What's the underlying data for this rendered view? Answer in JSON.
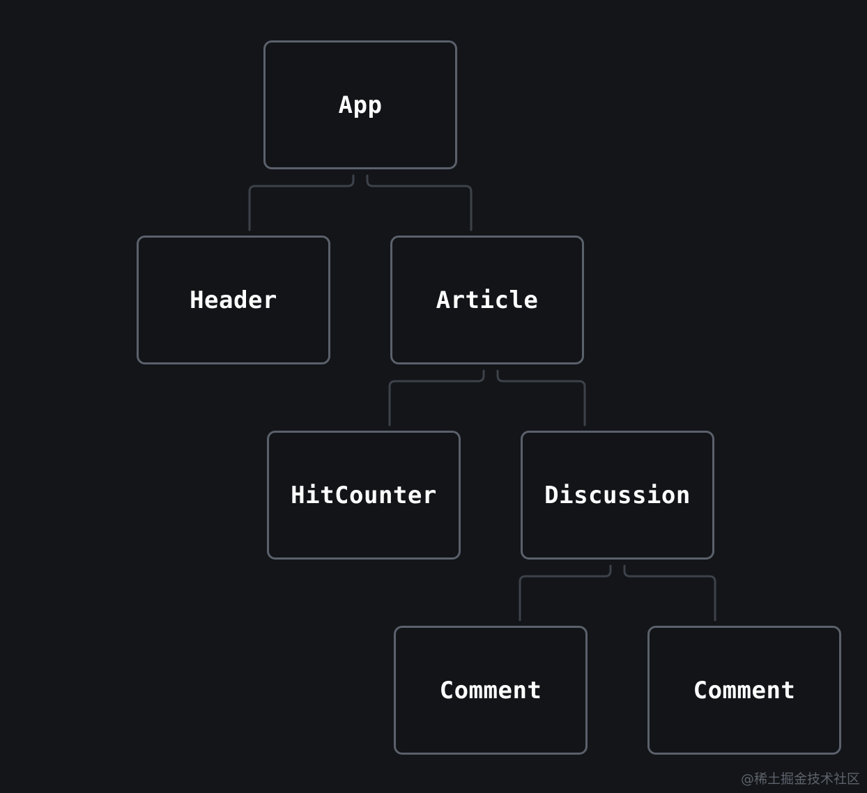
{
  "diagram": {
    "nodes": {
      "app": "App",
      "header": "Header",
      "article": "Article",
      "hitcounter": "HitCounter",
      "discussion": "Discussion",
      "comment_1": "Comment",
      "comment_2": "Comment"
    },
    "edges": [
      [
        "App",
        "Header"
      ],
      [
        "App",
        "Article"
      ],
      [
        "Article",
        "HitCounter"
      ],
      [
        "Article",
        "Discussion"
      ],
      [
        "Discussion",
        "Comment"
      ],
      [
        "Discussion",
        "Comment"
      ]
    ],
    "colors": {
      "background": "#131519",
      "border": "#5b616b",
      "connector": "#3d424a",
      "text": "#ffffff"
    }
  },
  "watermark": "@稀土掘金技术社区"
}
